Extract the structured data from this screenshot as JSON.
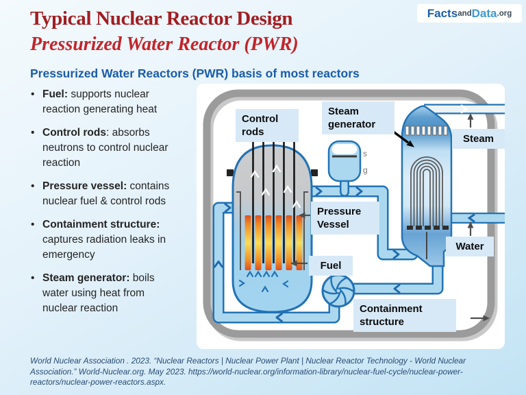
{
  "logo": {
    "facts": "Facts",
    "and": "and",
    "data": "Data",
    "org": ".org",
    "facts_color": "#1c5fa8",
    "data_color": "#3d9ad2"
  },
  "header": {
    "title": "Typical Nuclear Reactor Design",
    "subtitle": "Pressurized Water Reactor (PWR)",
    "title_color": "#a21d21",
    "subtitle_color": "#c2242a"
  },
  "section_heading": {
    "text": "Pressurized Water Reactors (PWR) basis of most reactors",
    "color": "#1a5da8"
  },
  "bullets": [
    {
      "term": "Fuel:",
      "desc": " supports nuclear reaction generating heat"
    },
    {
      "term": "Control rods",
      "desc": ": absorbs neutrons to control nuclear reaction"
    },
    {
      "term": "Pressure vessel:",
      "desc": " contains nuclear fuel & control rods"
    },
    {
      "term": "Containment structure:",
      "desc": " captures radiation leaks in emergency"
    },
    {
      "term": "Steam generator:",
      "desc": " boils water using heat from nuclear reaction"
    }
  ],
  "diagram": {
    "labels": {
      "control_rods": "Control rods",
      "steam_generator": "Steam generator",
      "steam": "Steam",
      "pressure_vessel": "Pressure Vessel",
      "water": "Water",
      "fuel": "Fuel",
      "containment_structure": "Containment structure",
      "pressurizer_remnant_1": "s",
      "pressurizer_remnant_2": "g"
    },
    "colors": {
      "pipe_fill": "#abd7ef",
      "pipe_stroke": "#2273b4",
      "containment_gray": "#9b9b9b",
      "label_bg": "#d7e9f7",
      "fuel_hot": "#dd5020",
      "fuel_mid": "#fadd5a",
      "vessel_water": "#9fd2ee",
      "vessel_gray": "#c8cacc"
    }
  },
  "citation": {
    "text": "World Nuclear Association . 2023. “Nuclear Reactors | Nuclear Power Plant | Nuclear Reactor Technology - World Nuclear Association.” World-Nuclear.org. May 2023. https://world-nuclear.org/information-library/nuclear-fuel-cycle/nuclear-power-reactors/nuclear-power-reactors.aspx.",
    "color": "#274a74"
  }
}
